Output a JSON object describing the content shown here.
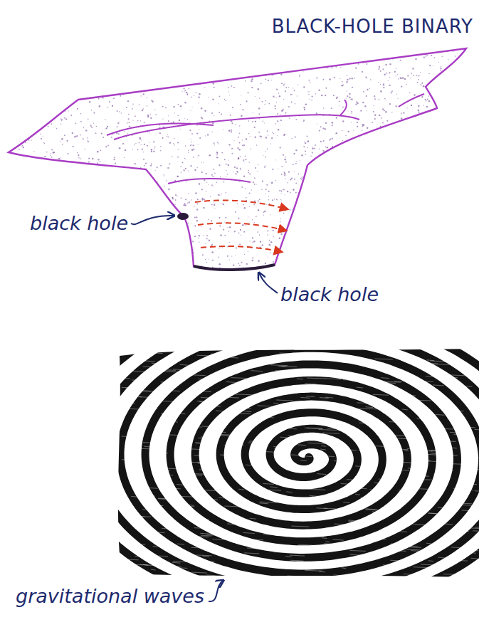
{
  "diagram": {
    "title": "BLACK-HOLE BINARY",
    "labels": [
      "black hole",
      "black hole",
      "gravitational waves"
    ]
  }
}
